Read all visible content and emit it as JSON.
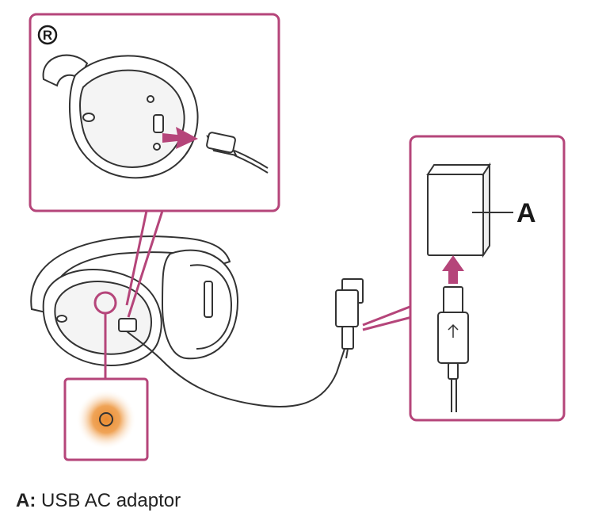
{
  "diagram": {
    "side_marker": "R",
    "callout_letter": "A",
    "caption_key": "A:",
    "caption_text": "USB AC adaptor",
    "colors": {
      "frame": "#b5457a",
      "line": "#333333",
      "device_fill": "#ffffff",
      "shade": "#eeeeee",
      "arrow": "#b5457a",
      "indicator": "#e98a2e"
    },
    "icons": [
      "headphones-icon",
      "ear-cup-icon",
      "usb-plug-icon",
      "usb-ac-adaptor-icon",
      "charging-indicator-icon",
      "insert-arrow-icon"
    ]
  }
}
